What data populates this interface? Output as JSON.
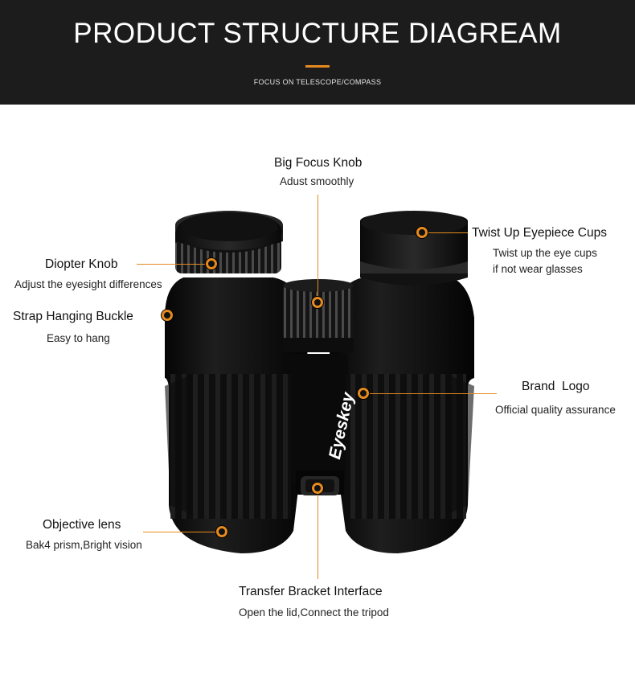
{
  "header": {
    "title": "PRODUCT STRUCTURE DIAGREAM",
    "subtitle": "FOCUS ON TELESCOPE/COMPASS"
  },
  "product": {
    "brand_text": "Eyeskey"
  },
  "callouts": {
    "focus_knob": {
      "title": "Big Focus Knob",
      "desc": "Adust smoothly"
    },
    "eyepiece": {
      "title": "Twist Up Eyepiece Cups",
      "desc_line1": "Twist up the eye cups",
      "desc_line2": "if not wear glasses"
    },
    "diopter": {
      "title": "Diopter Knob",
      "desc": "Adjust the eyesight differences"
    },
    "strap": {
      "title": "Strap Hanging Buckle",
      "desc": "Easy to hang"
    },
    "brand": {
      "title": "Brand  Logo",
      "desc": "Official quality assurance"
    },
    "objective": {
      "title": "Objective lens",
      "desc": "Bak4 prism,Bright vision"
    },
    "bracket": {
      "title": "Transfer Bracket Interface",
      "desc": "Open the lid,Connect the tripod"
    }
  },
  "colors": {
    "header_bg": "#1c1c1c",
    "accent": "#e58a1f",
    "body_black": "#0e0e0e"
  }
}
